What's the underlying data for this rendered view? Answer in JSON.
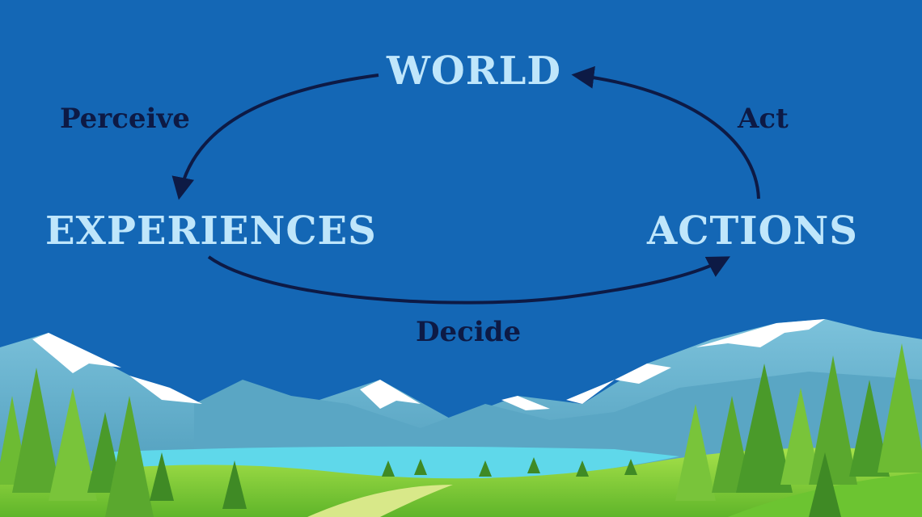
{
  "diagram": {
    "nodes": {
      "world": "WORLD",
      "experiences": "EXPERIENCES",
      "actions": "ACTIONS"
    },
    "edges": {
      "perceive": "Perceive",
      "act": "Act",
      "decide": "Decide"
    },
    "colors": {
      "sky": "#1467b5",
      "node_text": "#bfe6fb",
      "arrow": "#0d1a45",
      "mountain": "#6fb3cf",
      "snow": "#ffffff",
      "lake": "#5fd8ea",
      "grass": "#7fd13a",
      "tree": "#4a9a2a"
    }
  }
}
